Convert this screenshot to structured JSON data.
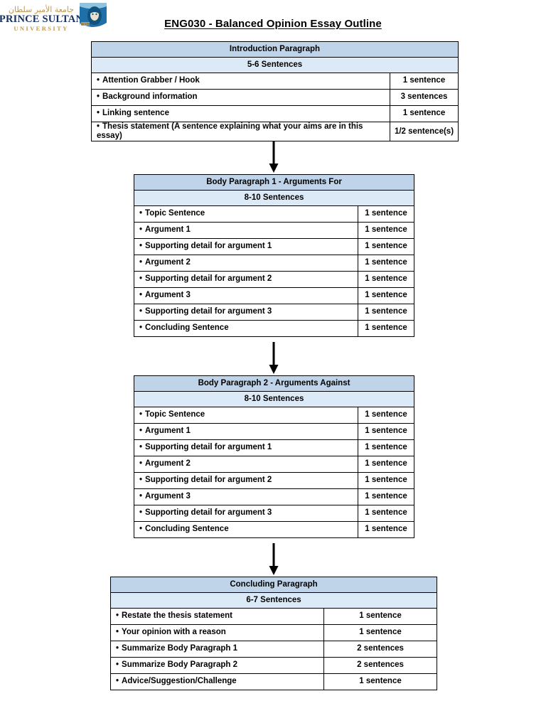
{
  "header": {
    "logo": {
      "arabic_name": "جامعة الأمير سلطان",
      "name_line1": "PRINCE SULTAN",
      "name_line2": "UNIVERSITY",
      "emblem_label": "PSU 1999"
    },
    "title": "ENG030 - Balanced Opinion Essay Outline"
  },
  "colors": {
    "header_blue": "#bfd4e9",
    "subheader_blue": "#dce9f6",
    "border": "#000000",
    "logo_navy": "#16305f",
    "logo_gold": "#c19a4f",
    "page_background": "#ffffff"
  },
  "bullet": "•",
  "sections": [
    {
      "id": "intro",
      "title": "Introduction Paragraph",
      "sentence_range": "5-6 Sentences",
      "rows": [
        {
          "item": "Attention Grabber / Hook",
          "count": "1 sentence"
        },
        {
          "item": "Background information",
          "count": "3 sentences"
        },
        {
          "item": "Linking sentence",
          "count": "1 sentence"
        },
        {
          "item": "Thesis statement (A sentence explaining what your aims are in this essay)",
          "count": "1/2 sentence(s)"
        }
      ]
    },
    {
      "id": "body1",
      "title": "Body Paragraph 1 - Arguments For",
      "sentence_range": "8-10 Sentences",
      "rows": [
        {
          "item": "Topic Sentence",
          "count": "1 sentence"
        },
        {
          "item": "Argument 1",
          "count": "1 sentence"
        },
        {
          "item": "Supporting detail for argument 1",
          "count": "1 sentence"
        },
        {
          "item": "Argument 2",
          "count": "1 sentence"
        },
        {
          "item": "Supporting detail for argument 2",
          "count": "1 sentence"
        },
        {
          "item": "Argument 3",
          "count": "1 sentence"
        },
        {
          "item": "Supporting detail for argument 3",
          "count": "1 sentence"
        },
        {
          "item": "Concluding Sentence",
          "count": "1 sentence"
        }
      ]
    },
    {
      "id": "body2",
      "title": "Body Paragraph 2 - Arguments Against",
      "sentence_range": "8-10 Sentences",
      "rows": [
        {
          "item": "Topic Sentence",
          "count": "1 sentence"
        },
        {
          "item": "Argument 1",
          "count": "1 sentence"
        },
        {
          "item": "Supporting detail for argument 1",
          "count": "1 sentence"
        },
        {
          "item": "Argument 2",
          "count": "1 sentence"
        },
        {
          "item": "Supporting detail for argument 2",
          "count": "1 sentence"
        },
        {
          "item": "Argument 3",
          "count": "1 sentence"
        },
        {
          "item": "Supporting detail for argument 3",
          "count": "1 sentence"
        },
        {
          "item": "Concluding Sentence",
          "count": "1 sentence"
        }
      ]
    },
    {
      "id": "conclusion",
      "title": "Concluding Paragraph",
      "sentence_range": "6-7 Sentences",
      "rows": [
        {
          "item": "Restate the thesis statement",
          "count": "1 sentence"
        },
        {
          "item": "Your opinion with a reason",
          "count": "1 sentence"
        },
        {
          "item": "Summarize Body Paragraph 1",
          "count": "2 sentences"
        },
        {
          "item": "Summarize Body Paragraph 2",
          "count": "2 sentences"
        },
        {
          "item": "Advice/Suggestion/Challenge",
          "count": "1 sentence"
        }
      ]
    }
  ],
  "connectors": [
    {
      "name": "arrow-intro-to-body1",
      "icon": "arrow-down-icon"
    },
    {
      "name": "arrow-body1-to-body2",
      "icon": "arrow-down-icon"
    },
    {
      "name": "arrow-body2-to-conclusion",
      "icon": "arrow-down-icon"
    }
  ]
}
